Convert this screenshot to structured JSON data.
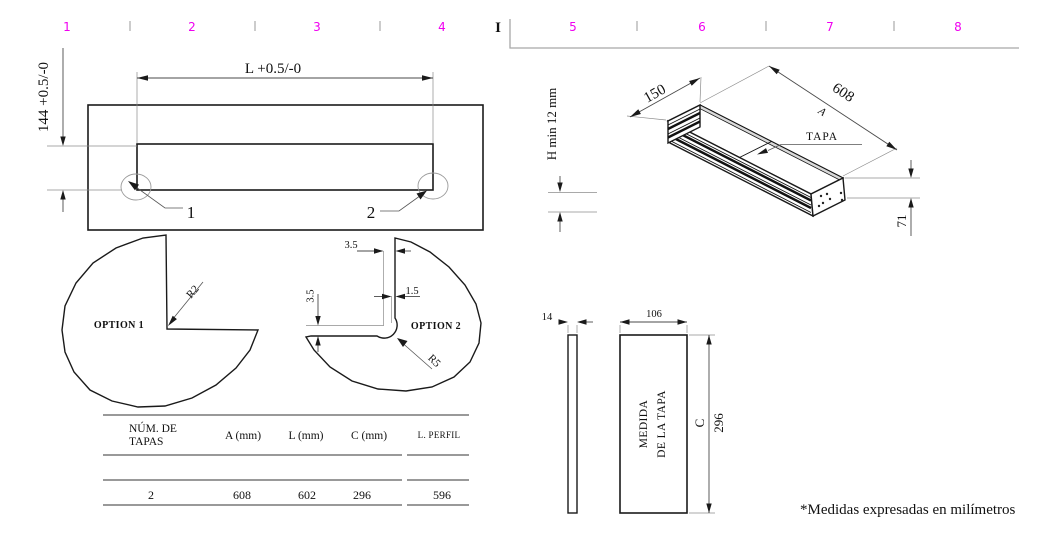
{
  "colors": {
    "accent_magenta": "#f000f0",
    "line_black": "#1a1a1a",
    "thin_gray": "#8c8c8c",
    "border_gray": "#a8a8a8"
  },
  "ruler": {
    "labels": [
      "1",
      "2",
      "3",
      "4",
      "5",
      "6",
      "7",
      "8"
    ],
    "cursor": "I"
  },
  "front_view": {
    "dim_length": "L +0.5/-0",
    "dim_height": "144 +0.5/-0",
    "callouts": [
      "1",
      "2"
    ]
  },
  "details": {
    "option1": {
      "label": "OPTION 1",
      "radius": "R2"
    },
    "option2": {
      "label": "OPTION 2",
      "radius": "R5",
      "dim_top": "3.5",
      "dim_side": "3.5",
      "dim_wall": "1.5"
    }
  },
  "table": {
    "headers": {
      "col1a": "NÚM. DE",
      "col1b": "TAPAS",
      "col2": "A (mm)",
      "col3": "L (mm)",
      "col4": "C (mm)",
      "col5": "L. PERFIL"
    },
    "values": {
      "num_tapas": "2",
      "a_mm": "608",
      "l_mm": "602",
      "c_mm": "296",
      "l_perfil": "596"
    }
  },
  "iso_view": {
    "dim_width": "150",
    "dim_length": "608",
    "dim_length_letter": "A",
    "cover_label": "TAPA",
    "dim_min_height": "H min 12 mm",
    "dim_end_height": "71"
  },
  "cover_views": {
    "dim_thickness": "14",
    "dim_width": "106",
    "label_line1": "MEDIDA",
    "label_line2": "DE LA TAPA",
    "dim_letter": "C",
    "dim_height": "296"
  },
  "footnote": "*Medidas expresadas en milímetros"
}
